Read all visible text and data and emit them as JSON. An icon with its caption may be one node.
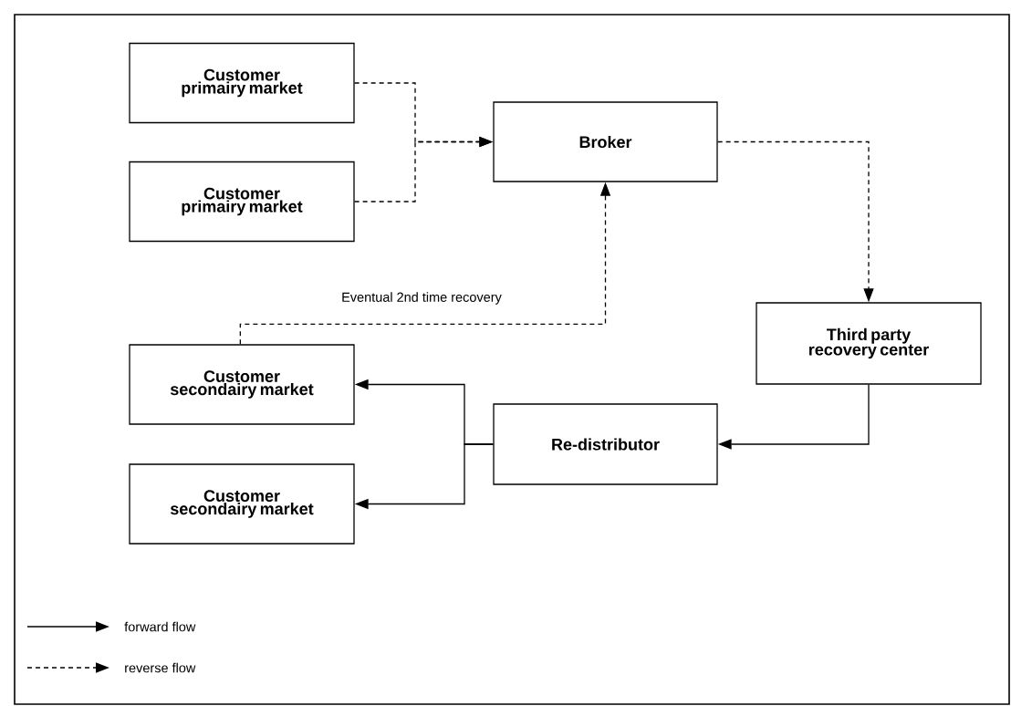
{
  "diagram": {
    "nodes": [
      {
        "text": [
          "Customer primairy market"
        ]
      },
      {
        "text": [
          "Customer primairy market"
        ]
      },
      {
        "text": [
          "Broker"
        ]
      },
      {
        "text": [
          "Third party recovery center"
        ]
      },
      {
        "text": [
          "Re-distributor"
        ]
      },
      {
        "text": [
          "Customer secondairy market"
        ]
      },
      {
        "text": [
          "Customer secondairy market"
        ]
      }
    ],
    "edges": [
      {
        "from": 0,
        "to": 2,
        "arrow": "to",
        "style": "dashed"
      },
      {
        "from": 1,
        "to": 2,
        "arrow": "to",
        "style": "dashed"
      },
      {
        "from": 2,
        "to": 3,
        "arrow": "to",
        "style": "dashed"
      },
      {
        "from": 3,
        "to": 4,
        "arrow": "to"
      },
      {
        "from": 4,
        "to": 5,
        "arrow": "to"
      },
      {
        "from": 4,
        "to": 6,
        "arrow": "to"
      },
      {
        "from": 5,
        "to": 2,
        "arrow": "to",
        "style": "dashed",
        "label": "Eventual 2nd time recovery"
      }
    ],
    "legend": [
      {
        "text": "forward flow"
      },
      {
        "text": "reverse flow"
      }
    ]
  }
}
